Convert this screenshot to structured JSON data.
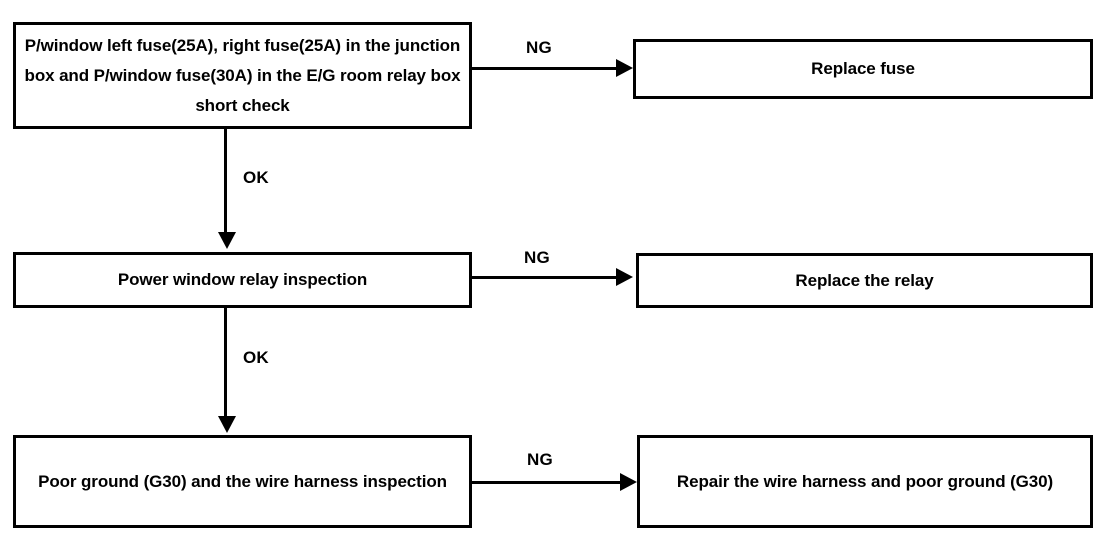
{
  "diagram": {
    "type": "troubleshooting-flowchart",
    "title": "Power window circuit diagnostic flow",
    "background_color": "#ffffff",
    "line_color": "#000000",
    "nodes": [
      {
        "id": "check-fuses",
        "role": "decision-step",
        "text": "P/window left fuse(25A), right fuse(25A) in the junction box and P/window fuse(30A) in the E/G room relay box short check"
      },
      {
        "id": "replace-fuse",
        "role": "action-step",
        "text": "Replace fuse"
      },
      {
        "id": "check-relay",
        "role": "decision-step",
        "text": "Power window relay inspection"
      },
      {
        "id": "replace-relay",
        "role": "action-step",
        "text": "Replace the relay"
      },
      {
        "id": "check-ground",
        "role": "decision-step",
        "text": "Poor ground (G30) and the wire harness inspection"
      },
      {
        "id": "repair-harness",
        "role": "action-step",
        "text": "Repair the wire harness and poor ground (G30)"
      }
    ],
    "edges": [
      {
        "id": "edge-ng-1",
        "from": "check-fuses",
        "to": "replace-fuse",
        "label": "NG",
        "direction": "right"
      },
      {
        "id": "edge-ok-1",
        "from": "check-fuses",
        "to": "check-relay",
        "label": "OK",
        "direction": "down"
      },
      {
        "id": "edge-ng-2",
        "from": "check-relay",
        "to": "replace-relay",
        "label": "NG",
        "direction": "right"
      },
      {
        "id": "edge-ok-2",
        "from": "check-relay",
        "to": "check-ground",
        "label": "OK",
        "direction": "down"
      },
      {
        "id": "edge-ng-3",
        "from": "check-ground",
        "to": "repair-harness",
        "label": "NG",
        "direction": "right"
      }
    ]
  }
}
